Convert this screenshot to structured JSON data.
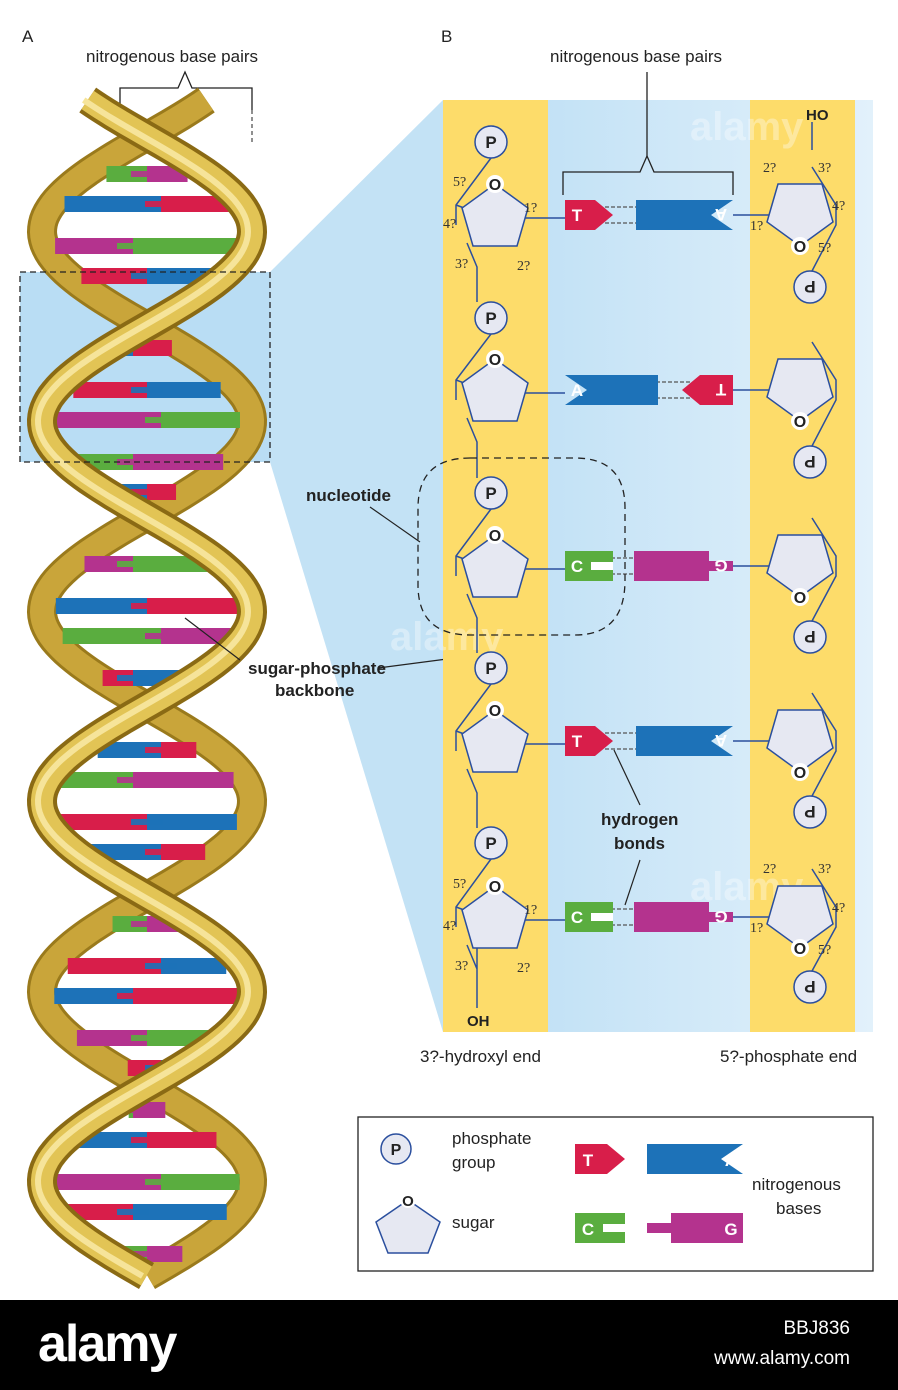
{
  "panel_a": {
    "label": "A",
    "base_pairs_label": "nitrogenous base pairs",
    "backbone_label_line1": "sugar-phosphate",
    "backbone_label_line2": "backbone"
  },
  "panel_b": {
    "label": "B",
    "base_pairs_label": "nitrogenous base pairs",
    "nucleotide_label": "nucleotide",
    "hydrogen_label_line1": "hydrogen",
    "hydrogen_label_line2": "bonds",
    "hydroxyl_end_label": "3?-hydroxyl end",
    "phosphate_end_label": "5?-phosphate end",
    "ho_label": "HO",
    "oh_label": "OH",
    "phosphate_letter": "P",
    "oxygen_letter": "O",
    "carbon_labels": {
      "c1": "1?",
      "c2": "2?",
      "c3": "3?",
      "c4": "4?",
      "c5": "5?"
    },
    "rows": [
      {
        "left": "T",
        "right": "A"
      },
      {
        "left": "A",
        "right": "T"
      },
      {
        "left": "C",
        "right": "G"
      },
      {
        "left": "T",
        "right": "A"
      },
      {
        "left": "C",
        "right": "G"
      }
    ]
  },
  "legend": {
    "phosphate_line1": "phosphate",
    "phosphate_line2": "group",
    "sugar": "sugar",
    "bases_line1": "nitrogenous",
    "bases_line2": "bases",
    "t": "T",
    "a": "A",
    "c": "C",
    "g": "G"
  },
  "watermark": "alamy",
  "footer": {
    "logo": "alamy",
    "image_id": "BBJ836",
    "url": "www.alamy.com"
  },
  "colors": {
    "thymine": "#d81e4a",
    "adenine": "#1d72b8",
    "cytosine": "#5aad3f",
    "guanine": "#b4338e",
    "backbone": "#fddc6a",
    "gold": "#d8b43e",
    "sugar_fill": "#e6e8f2",
    "line": "#2b4f9e",
    "bg_blue": "#b9ddf4"
  }
}
